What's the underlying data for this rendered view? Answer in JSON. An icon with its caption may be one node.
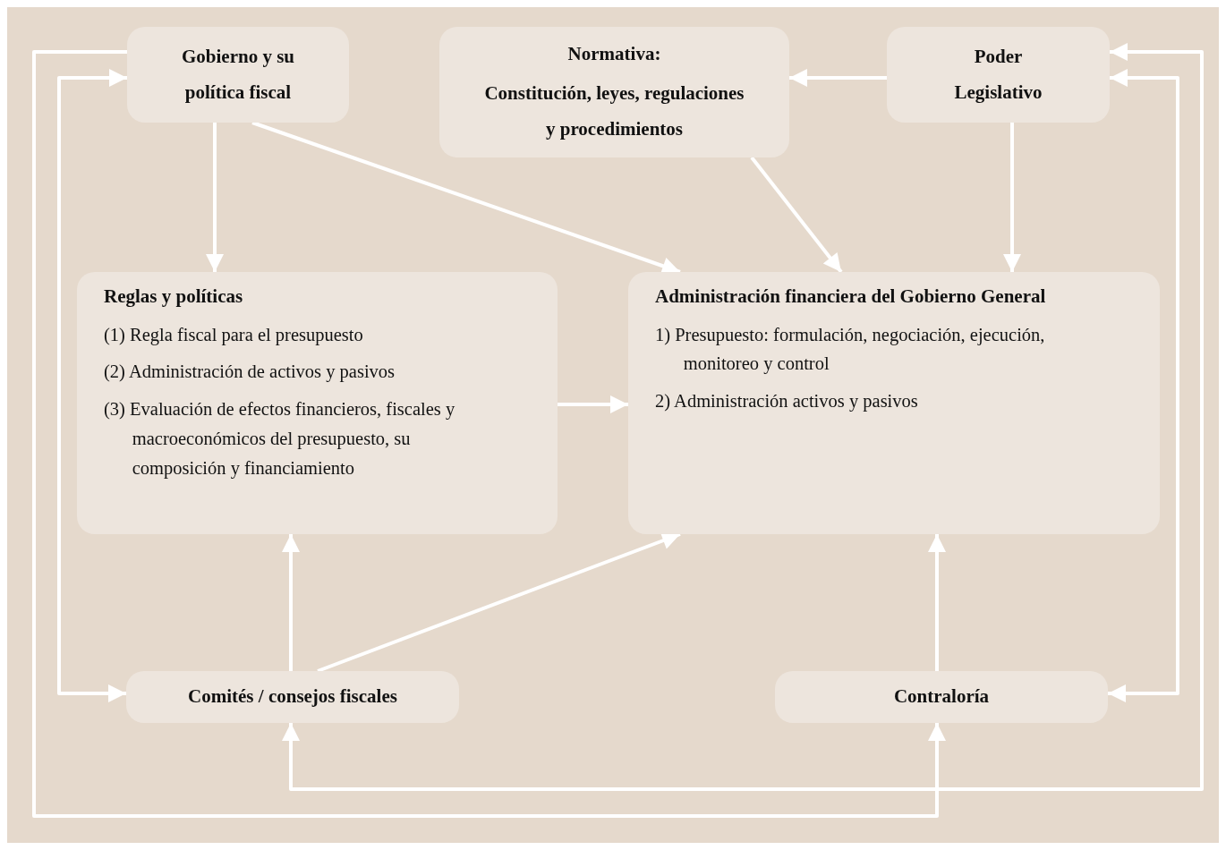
{
  "diagram": {
    "nodes": [
      {
        "text": [
          "Gobierno y su política fiscal"
        ]
      },
      {
        "text": [
          "Normativa:",
          "Constitución, leyes, regulaciones y procedimientos"
        ]
      },
      {
        "text": [
          "Poder Legislativo"
        ]
      },
      {
        "text": [
          "Reglas y políticas",
          "(1) Regla fiscal para el presupuesto",
          "(2) Administración de activos y pasivos",
          "(3) Evaluación de efectos financieros, fiscales y macroeconómicos del presupuesto, su composición y financiamiento"
        ]
      },
      {
        "text": [
          "Administración financiera del Gobierno General",
          "1) Presupuesto: formulación, negociación, ejecución, monitoreo y control",
          "2) Administración activos y pasivos"
        ]
      },
      {
        "text": [
          "Comités / consejos fiscales"
        ]
      },
      {
        "text": [
          "Contraloría"
        ]
      }
    ],
    "edges": [
      {
        "from": 2,
        "to": 1,
        "arrow": "to"
      },
      {
        "from": 0,
        "to": 3,
        "arrow": "to"
      },
      {
        "from": 0,
        "to": 4,
        "arrow": "to"
      },
      {
        "from": 1,
        "to": 4,
        "arrow": "to"
      },
      {
        "from": 2,
        "to": 4,
        "arrow": "to"
      },
      {
        "from": 3,
        "to": 4,
        "arrow": "to"
      },
      {
        "from": 5,
        "to": 3,
        "arrow": "to"
      },
      {
        "from": 5,
        "to": 4,
        "arrow": "to"
      },
      {
        "from": 6,
        "to": 4,
        "arrow": "to"
      },
      {
        "from": 0,
        "to": 6,
        "arrow": "to"
      },
      {
        "from": 5,
        "to": 0,
        "arrow": "both"
      },
      {
        "from": 2,
        "to": 5,
        "arrow": "both"
      },
      {
        "from": 2,
        "to": 6,
        "arrow": "both"
      }
    ]
  }
}
